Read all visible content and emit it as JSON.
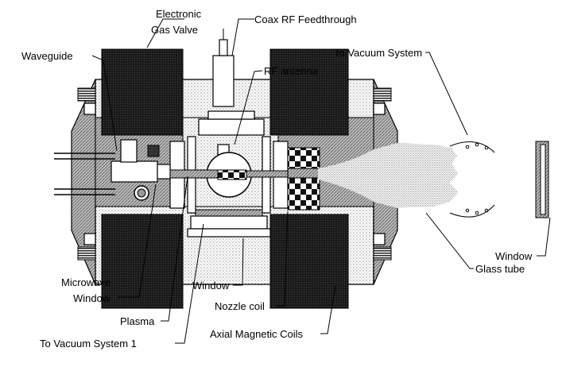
{
  "labels": {
    "electronic_gas_valve_line1": "Electronic",
    "electronic_gas_valve_line2": "Gas Valve",
    "coax_rf_feedthrough": "Coax RF Feedthrough",
    "waveguide": "Waveguide",
    "rf_antenna": "RF antenna",
    "to_vacuum_system_top": "To Vacuum System",
    "microwave_window_line1": "Microwave",
    "microwave_window_line2": "Window",
    "plasma": "Plasma",
    "to_vacuum_system_1": "To Vacuum System  1",
    "window_center": "Window",
    "nozzle_coil": "Nozzle coil",
    "axial_magnetic_coils": "Axial Magnetic Coils",
    "window_right": "Window",
    "glass_tube": "Glass tube"
  }
}
